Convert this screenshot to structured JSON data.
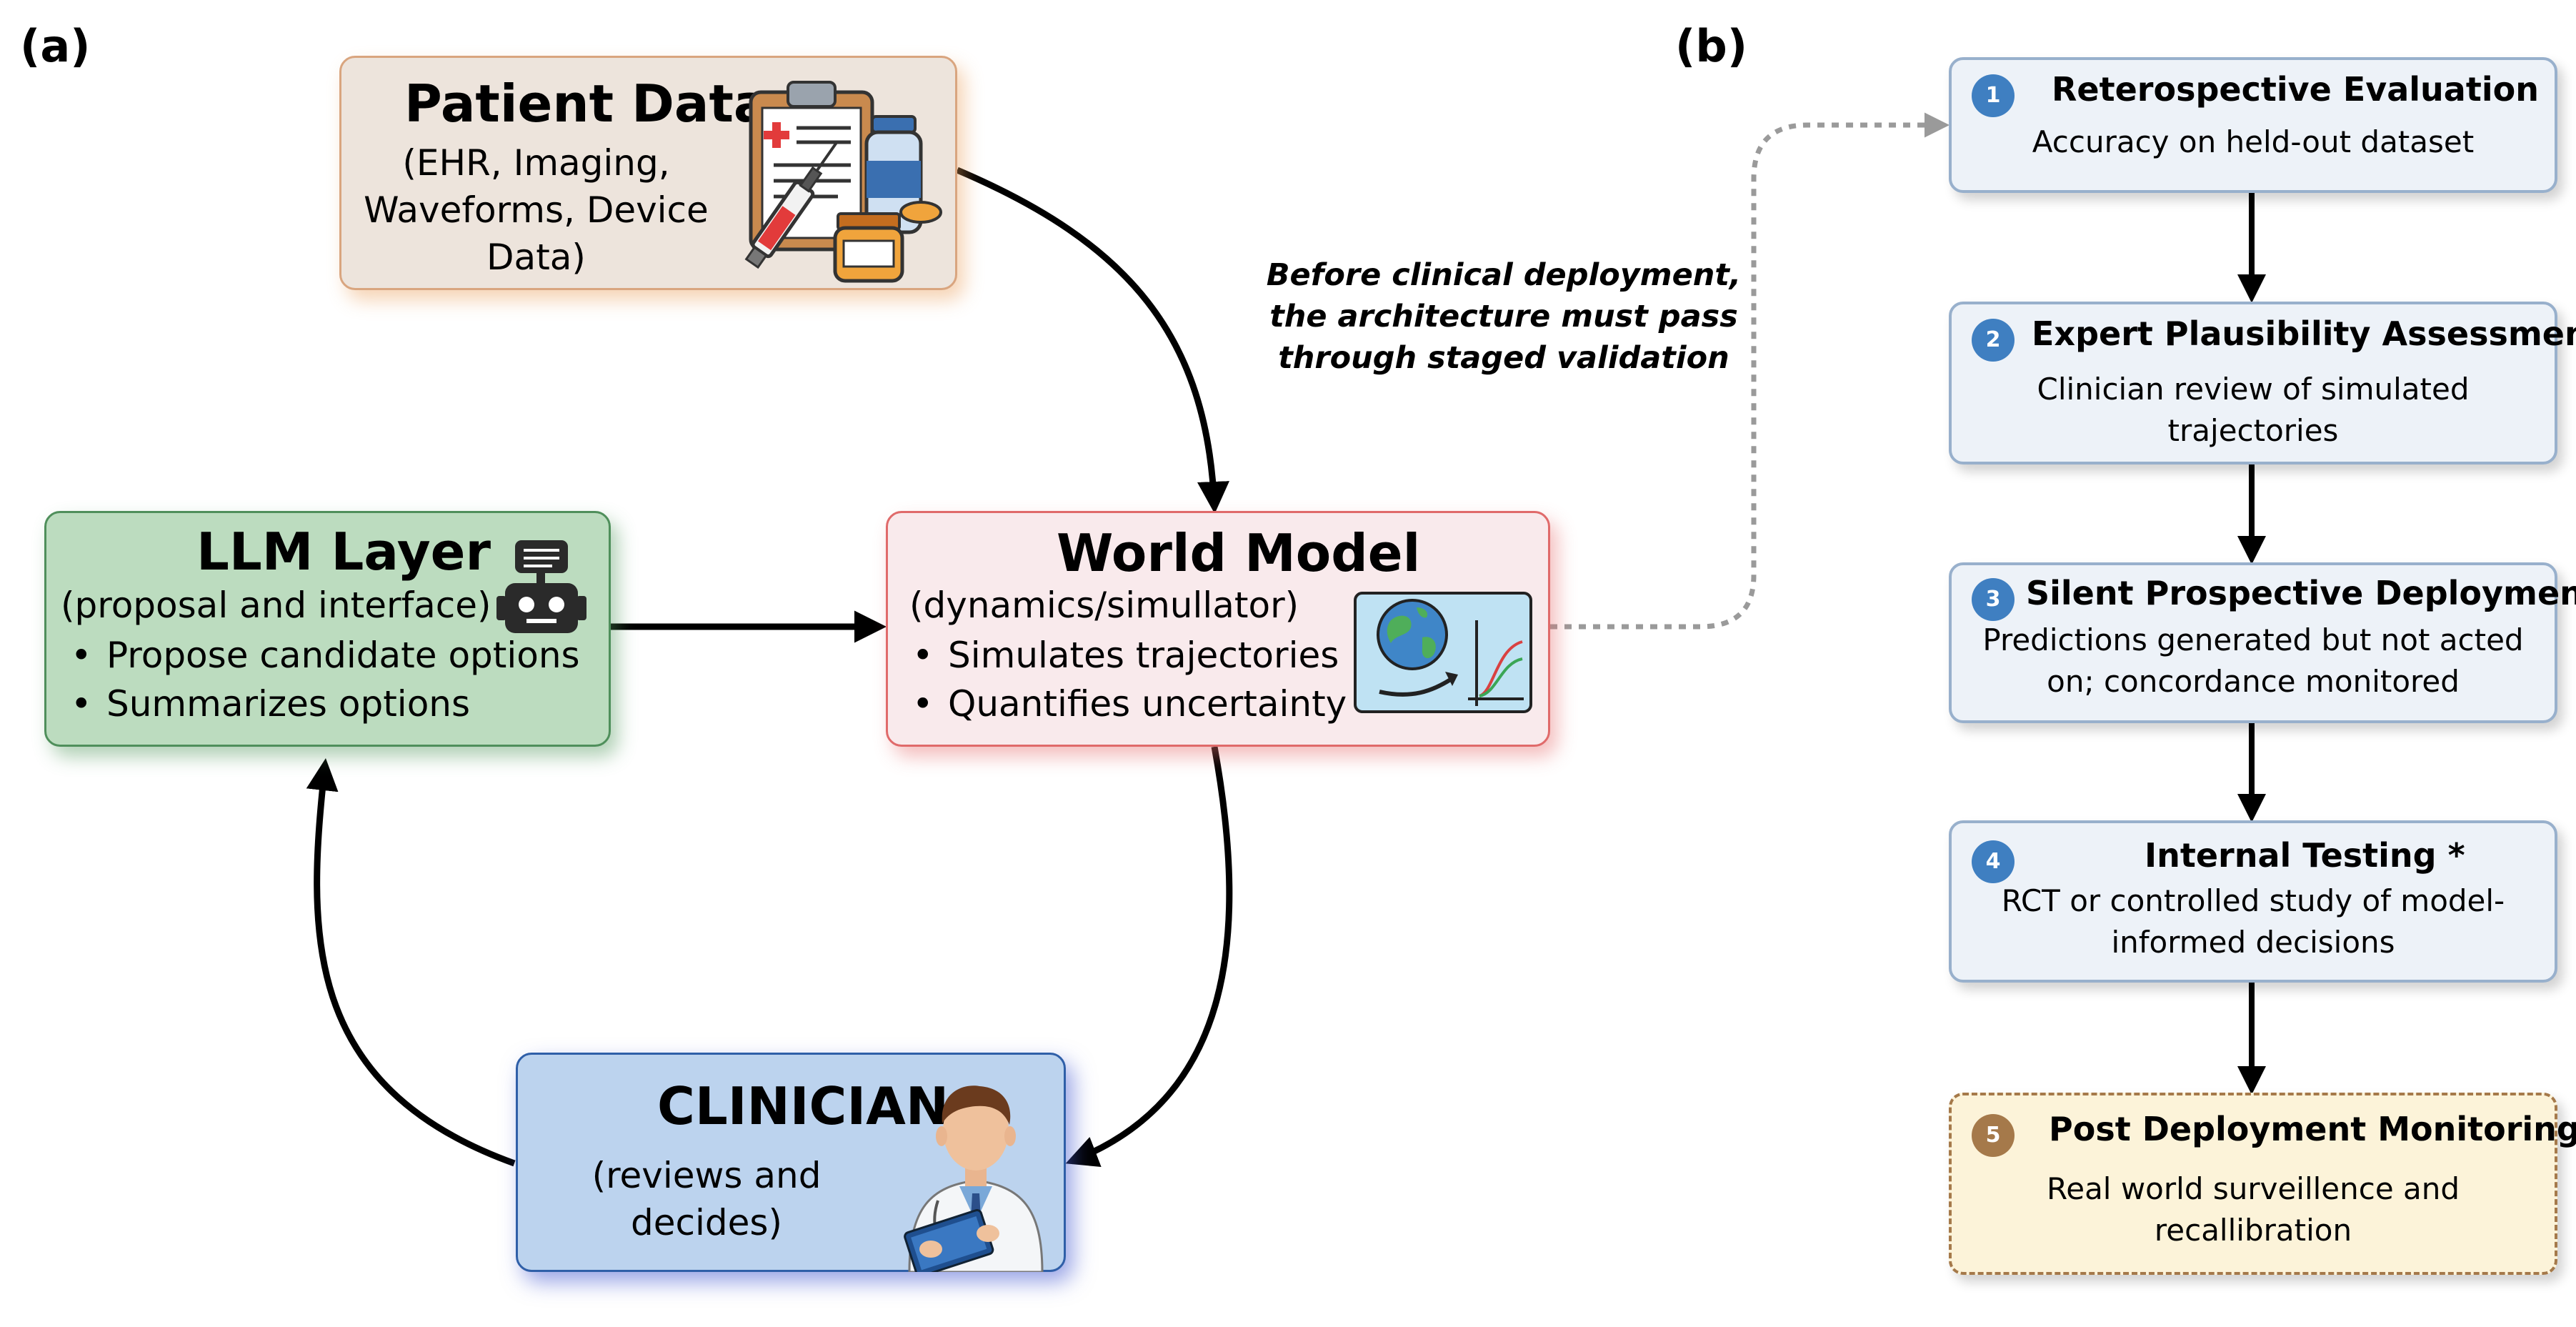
{
  "panel_a": {
    "label": "(a)",
    "patient_data": {
      "title": "Patient Data",
      "lines": [
        "(EHR, Imaging,",
        "Waveforms, Device",
        "Data)"
      ],
      "icon": "clipboard-medication-icon"
    },
    "llm_layer": {
      "title": "LLM Layer",
      "subtitle": "(proposal and interface)",
      "bullets": [
        "Propose candidate options",
        "Summarizes options"
      ],
      "icon": "robot-icon"
    },
    "world_model": {
      "title": "World Model",
      "subtitle": "(dynamics/simullator)",
      "bullets": [
        "Simulates trajectories",
        "Quantifies uncertainty"
      ],
      "icon": "globe-chart-icon"
    },
    "clinician": {
      "title": "CLINICIAN",
      "lines": [
        "(reviews and",
        "decides)"
      ],
      "icon": "doctor-icon"
    }
  },
  "note_lines": [
    "Before clinical deployment,",
    "the architecture must pass",
    "through staged validation"
  ],
  "panel_b": {
    "label": "(b)",
    "steps": [
      {
        "num": "1",
        "title": "Reterospective Evaluation",
        "desc": [
          "Accuracy on held-out dataset"
        ]
      },
      {
        "num": "2",
        "title": "Expert Plausibility Assessment",
        "desc": [
          "Clinician review of simulated",
          "trajectories"
        ]
      },
      {
        "num": "3",
        "title": "Silent Prospective Deployment",
        "desc": [
          "Predictions generated but not acted",
          "on; concordance monitored"
        ]
      },
      {
        "num": "4",
        "title": "Internal Testing *",
        "desc": [
          "RCT or controlled study of model-",
          "informed decisions"
        ]
      },
      {
        "num": "5",
        "title": "Post Deployment Monitoring",
        "desc": [
          "Real world surveillence and",
          "recallibration"
        ]
      }
    ]
  },
  "colors": {
    "patient_fill": "#ede4dc",
    "llm_fill": "#bcdcbf",
    "world_fill": "#f9eaec",
    "clinician_fill": "#bcd3ee",
    "step_fill": "#edf2f8",
    "step_final_fill": "#fcf3d9",
    "badge_blue": "#3f7fc1",
    "badge_brown": "#a5794a"
  }
}
